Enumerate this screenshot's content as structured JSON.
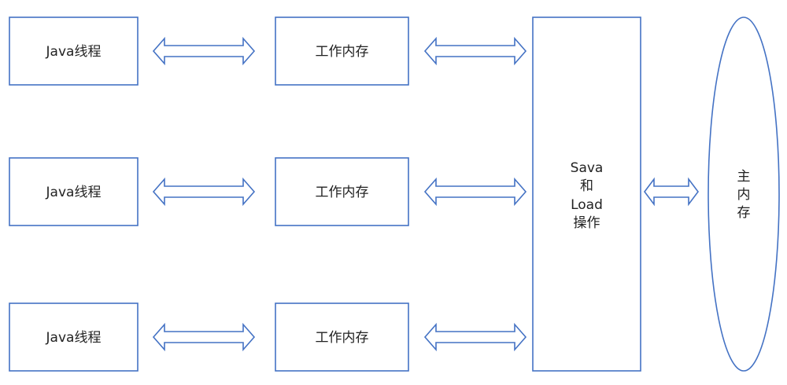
{
  "diagram": {
    "colors": {
      "stroke": "#4472C4",
      "fill": "#ffffff",
      "text": "#222222"
    },
    "rows": [
      {
        "thread": "Java线程",
        "work_memory": "工作内存"
      },
      {
        "thread": "Java线程",
        "work_memory": "工作内存"
      },
      {
        "thread": "Java线程",
        "work_memory": "工作内存"
      }
    ],
    "operation": {
      "lines": [
        "Sava",
        "和",
        "Load",
        "操作"
      ]
    },
    "main_memory": {
      "lines": [
        "主",
        "内",
        "存"
      ]
    }
  }
}
